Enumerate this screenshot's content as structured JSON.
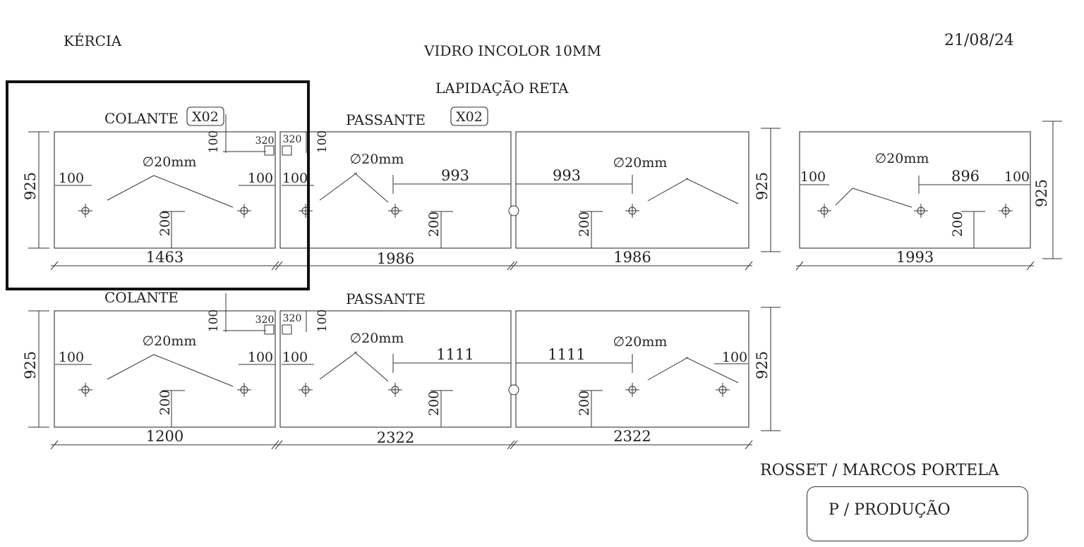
{
  "header": {
    "client": "KÉRCIA",
    "material": "VIDRO INCOLOR 10MM",
    "finish": "LAPIDAÇÃO RETA",
    "date": "21/08/24"
  },
  "footer": {
    "responsible": "ROSSET / MARCOS PORTELA",
    "status": "P / PRODUÇÃO"
  },
  "rows": [
    {
      "label_left": "COLANTE",
      "badge_left": "X02",
      "label_right": "PASSANTE",
      "badge_right": "X02",
      "height": "925",
      "edge": "100",
      "hole": "∅20mm",
      "vert": "200",
      "notch": "320",
      "widths": [
        "1463",
        "1986",
        "1986"
      ],
      "center_left": "993",
      "center_right": "993"
    },
    {
      "label_left": "COLANTE",
      "badge_left": "",
      "label_right": "PASSANTE",
      "badge_right": "",
      "height": "925",
      "edge": "100",
      "hole": "∅20mm",
      "vert": "200",
      "notch": "320",
      "widths": [
        "1200",
        "2322",
        "2322"
      ],
      "center_left": "1111",
      "center_right": "1111"
    }
  ],
  "extra": {
    "height": "925",
    "edge": "100",
    "hole": "∅20mm",
    "vert": "200",
    "width": "1993",
    "center": "896"
  }
}
